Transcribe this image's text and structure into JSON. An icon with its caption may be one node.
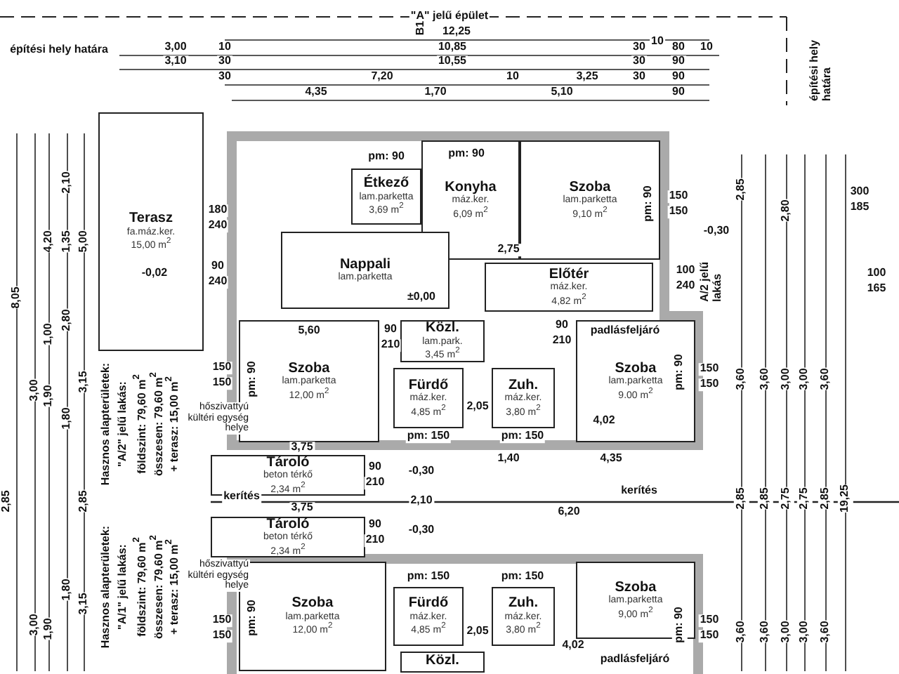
{
  "diagram": {
    "nodes": [
      {
        "text": [
          "Terasz",
          "fa.máz.ker.",
          "15,00 m$^{2}$"
        ]
      },
      {
        "text": [
          "Étkező",
          "lam.parketta",
          "3,69 m$^{2}$"
        ]
      },
      {
        "text": [
          "Konyha",
          "máz.ker.",
          "6,09 m$^{2}$"
        ]
      },
      {
        "text": [
          "Szoba",
          "lam.parketta",
          "9,10 m$^{2}$"
        ]
      },
      {
        "text": [
          "Nappali",
          "lam.parketta"
        ]
      },
      {
        "text": [
          "Előtér",
          "máz.ker.",
          "4,82 m$^{2}$"
        ]
      },
      {
        "text": [
          "Szoba",
          "lam.parketta",
          "12,00 m$^{2}$"
        ]
      },
      {
        "text": [
          "Közl.",
          "lam.park.",
          "3,45 m$^{2}$"
        ]
      },
      {
        "text": [
          "Fürdő",
          "máz.ker.",
          "4,85 m$^{2}$"
        ]
      },
      {
        "text": [
          "Zuh.",
          "máz.ker.",
          "3,80 m$^{2}$"
        ]
      },
      {
        "text": [
          "Szoba",
          "lam.parketta",
          "9.00 m$^{2}$"
        ]
      },
      {
        "text": [
          "Tároló",
          "beton térkő",
          "2,34 m$^{2}$"
        ]
      },
      {
        "text": [
          "Tároló",
          "beton térkő",
          "2,34 m$^{2}$"
        ]
      },
      {
        "text": [
          "Szoba",
          "lam.parketta",
          "12,00 m$^{2}$"
        ]
      },
      {
        "text": [
          "Fürdő",
          "máz.ker.",
          "4,85 m$^{2}$"
        ]
      },
      {
        "text": [
          "Zuh.",
          "máz.ker.",
          "3,80 m$^{2}$"
        ]
      },
      {
        "text": [
          "Szoba",
          "lam.parketta",
          "9,00 m$^{2}$"
        ]
      },
      {
        "text": [
          "Közl."
        ]
      }
    ],
    "labels": [
      "\"A\" jelű épület",
      "B1",
      "építési hely határa",
      "12,25",
      "3,00",
      "10",
      "10,85",
      "30",
      "10",
      "80",
      "10",
      "3,10",
      "30",
      "10,55",
      "30",
      "90",
      "30",
      "7,20",
      "10",
      "3,25",
      "30",
      "90",
      "4,35",
      "1,70",
      "5,10",
      "90",
      "építési hely határa",
      "pm: 90",
      "pm: 90",
      "2,10",
      "180",
      "240",
      "pm: 90",
      "150",
      "150",
      "2,85",
      "2,80",
      "300",
      "185",
      "-0,30",
      "4,20",
      "1,35",
      "5,00",
      "2,75",
      "-0,02",
      "90",
      "240",
      "100",
      "240",
      "A/2 jelű lakás",
      "100",
      "165",
      "±0,00",
      "8,05",
      "5,60",
      "90",
      "210",
      "90",
      "210",
      "padlásfeljáró",
      "2,80",
      "1,00",
      "Hasznos alapterületek:",
      "\"A/2\" jelű lakás:",
      "földszint: 79,60 m$^{2}$",
      "összesen: 79,60 m$^{2}$",
      "+ terasz: 15,00 m$^{2}$",
      "3,00",
      "1,90",
      "3,15",
      "pm: 90",
      "150",
      "150",
      "2,05",
      "4,02",
      "pm: 90",
      "150",
      "150",
      "3,60",
      "3,60",
      "3,00",
      "3,00",
      "3,60",
      "hőszivattyú kültéri egység helye",
      "1,80",
      "pm: 150",
      "pm: 150",
      "3,75",
      "1,40",
      "4,35",
      "90",
      "210",
      "-0,30",
      "kerítés",
      "kerítés",
      "2,10",
      "2,85",
      "2,85",
      "2,85",
      "2,85",
      "2,75",
      "2,75",
      "2,85",
      "19,25",
      "3,75",
      "6,20",
      "90",
      "210",
      "-0,30",
      "Hasznos alapterületek:",
      "\"A/1\" jelű lakás:",
      "földszint: 79,60 m$^{2}$",
      "összesen: 79,60 m$^{2}$",
      "+ terasz: 15,00 m$^{2}$",
      "hőszivattyú kültéri egység helye",
      "pm: 150",
      "pm: 150",
      "pm: 90",
      "150",
      "150",
      "pm: 90",
      "150",
      "150",
      "3,00",
      "1,90",
      "3,15",
      "1,80",
      "3,60",
      "3,60",
      "3,00",
      "3,00",
      "3,60",
      "2,05",
      "4,02",
      "padlásfeljáró"
    ]
  }
}
